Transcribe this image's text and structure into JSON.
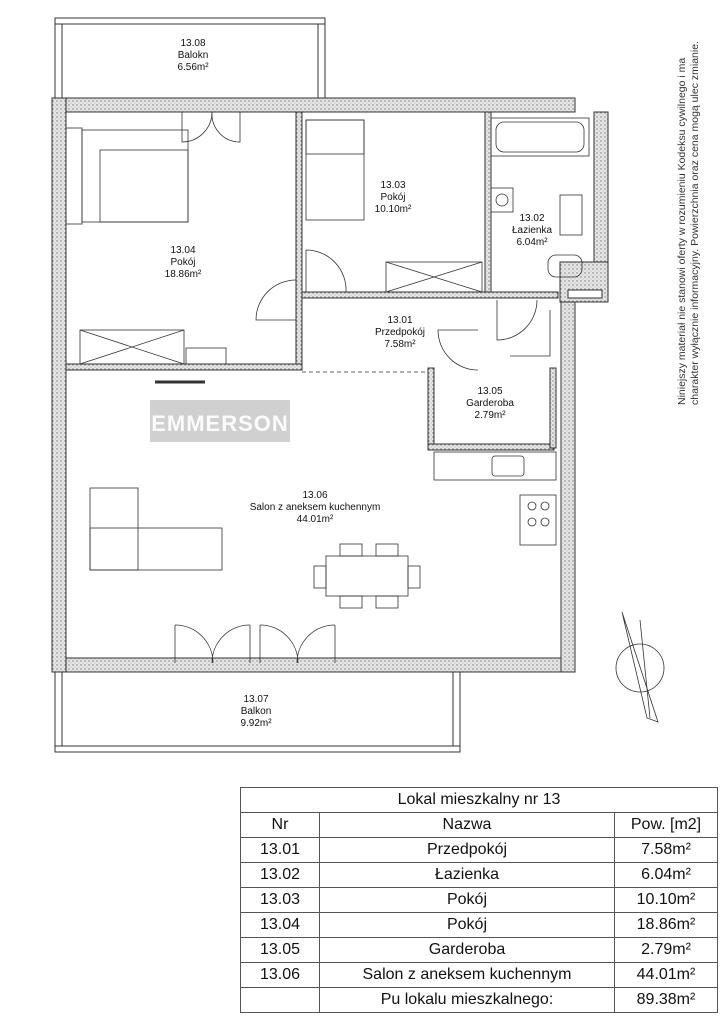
{
  "rooms": [
    {
      "nr": "13.08",
      "name": "Balokn",
      "area": "6.56m²"
    },
    {
      "nr": "13.04",
      "name": "Pokój",
      "area": "18.86m²"
    },
    {
      "nr": "13.03",
      "name": "Pokój",
      "area": "10.10m²"
    },
    {
      "nr": "13.02",
      "name": "Łazienka",
      "area": "6.04m²"
    },
    {
      "nr": "13.01",
      "name": "Przedpokój",
      "area": "7.58m²"
    },
    {
      "nr": "13.05",
      "name": "Garderoba",
      "area": "2.79m²"
    },
    {
      "nr": "13.06",
      "name": "Salon z aneksem kuchennym",
      "area": "44.01m²"
    },
    {
      "nr": "13.07",
      "name": "Balkon",
      "area": "9.92m²"
    }
  ],
  "logo": "EMMERSON",
  "note": [
    "Niniejszy materiał nie stanowi oferty w rozumieniu Kodeksu cywilnego i ma",
    "charakter wyłącznie informacyjny. Powierzchnia oraz cena mogą ulec zmianie."
  ],
  "table": {
    "title": "Lokal mieszkalny nr 13",
    "headers": [
      "Nr",
      "Nazwa",
      "Pow. [m2]"
    ],
    "rows": [
      [
        "13.01",
        "Przedpokój",
        "7.58m²"
      ],
      [
        "13.02",
        "Łazienka",
        "6.04m²"
      ],
      [
        "13.03",
        "Pokój",
        "10.10m²"
      ],
      [
        "13.04",
        "Pokój",
        "18.86m²"
      ],
      [
        "13.05",
        "Garderoba",
        "2.79m²"
      ],
      [
        "13.06",
        "Salon z aneksem kuchennym",
        "44.01m²"
      ]
    ],
    "total_label": "Pu lokalu mieszkalnego:",
    "total_value": "89.38m²"
  }
}
